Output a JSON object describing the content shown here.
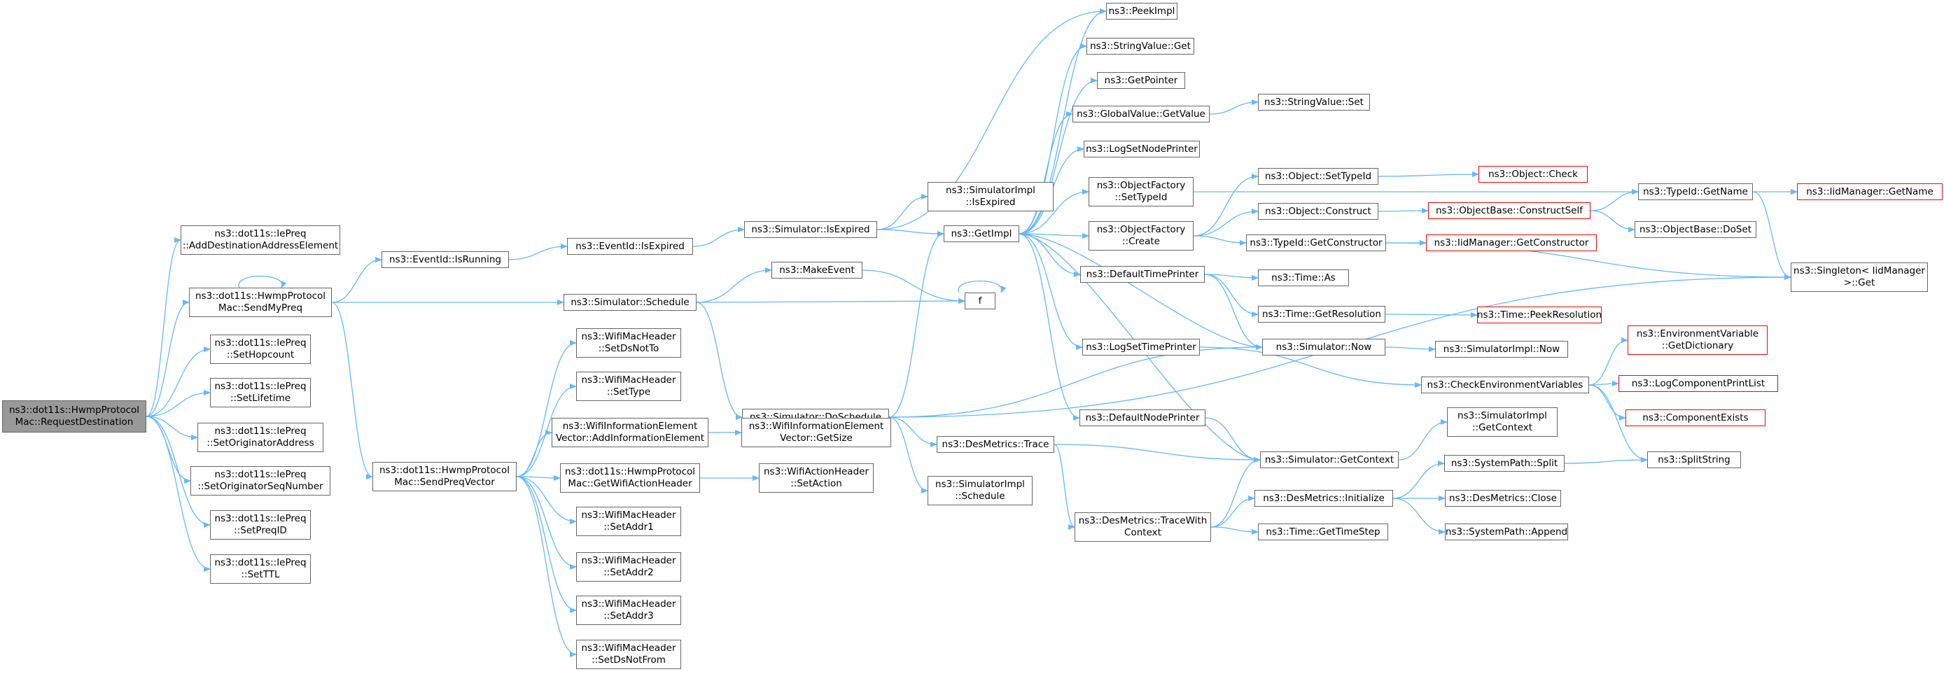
{
  "colors": {
    "edge": "#63b8ff",
    "node_border": "#666666",
    "root_fill": "#999999",
    "undocumented_border": "#ff0000"
  },
  "nodes": [
    {
      "id": "root",
      "lines": [
        "ns3::dot11s::HwmpProtocol",
        "Mac::RequestDestination"
      ],
      "kind": "root"
    },
    {
      "id": "adddest",
      "lines": [
        "ns3::dot11s::IePreq",
        "::AddDestinationAddressElement"
      ]
    },
    {
      "id": "sendmypreq",
      "lines": [
        "ns3::dot11s::HwmpProtocol",
        "Mac::SendMyPreq"
      ]
    },
    {
      "id": "sethop",
      "lines": [
        "ns3::dot11s::IePreq",
        "::SetHopcount"
      ]
    },
    {
      "id": "setlife",
      "lines": [
        "ns3::dot11s::IePreq",
        "::SetLifetime"
      ]
    },
    {
      "id": "setorigaddr",
      "lines": [
        "ns3::dot11s::IePreq",
        "::SetOriginatorAddress"
      ]
    },
    {
      "id": "setorigseq",
      "lines": [
        "ns3::dot11s::IePreq",
        "::SetOriginatorSeqNumber"
      ]
    },
    {
      "id": "setpreqid",
      "lines": [
        "ns3::dot11s::IePreq",
        "::SetPreqID"
      ]
    },
    {
      "id": "setttl",
      "lines": [
        "ns3::dot11s::IePreq",
        "::SetTTL"
      ]
    },
    {
      "id": "eventisrunning",
      "lines": [
        "ns3::EventId::IsRunning"
      ]
    },
    {
      "id": "sendpreqvector",
      "lines": [
        "ns3::dot11s::HwmpProtocol",
        "Mac::SendPreqVector"
      ]
    },
    {
      "id": "eventisexpired",
      "lines": [
        "ns3::EventId::IsExpired"
      ]
    },
    {
      "id": "simschedule",
      "lines": [
        "ns3::Simulator::Schedule"
      ]
    },
    {
      "id": "setdsnotto",
      "lines": [
        "ns3::WifiMacHeader",
        "::SetDsNotTo"
      ]
    },
    {
      "id": "settype",
      "lines": [
        "ns3::WifiMacHeader",
        "::SetType"
      ]
    },
    {
      "id": "addinfo",
      "lines": [
        "ns3::WifiInformationElement",
        "Vector::AddInformationElement"
      ]
    },
    {
      "id": "getwifiaction",
      "lines": [
        "ns3::dot11s::HwmpProtocol",
        "Mac::GetWifiActionHeader"
      ]
    },
    {
      "id": "setaddr1",
      "lines": [
        "ns3::WifiMacHeader",
        "::SetAddr1"
      ]
    },
    {
      "id": "setaddr2",
      "lines": [
        "ns3::WifiMacHeader",
        "::SetAddr2"
      ]
    },
    {
      "id": "setaddr3",
      "lines": [
        "ns3::WifiMacHeader",
        "::SetAddr3"
      ]
    },
    {
      "id": "setdsnotfrom",
      "lines": [
        "ns3::WifiMacHeader",
        "::SetDsNotFrom"
      ]
    },
    {
      "id": "simisexpired",
      "lines": [
        "ns3::Simulator::IsExpired"
      ]
    },
    {
      "id": "makeevent",
      "lines": [
        "ns3::MakeEvent"
      ]
    },
    {
      "id": "simdoschedule",
      "lines": [
        "ns3::Simulator::DoSchedule"
      ]
    },
    {
      "id": "wievgetsize",
      "lines": [
        "ns3::WifiInformationElement",
        "Vector::GetSize"
      ]
    },
    {
      "id": "setaction",
      "lines": [
        "ns3::WifiActionHeader",
        "::SetAction"
      ]
    },
    {
      "id": "simimplisexpired",
      "lines": [
        "ns3::SimulatorImpl",
        "::IsExpired"
      ]
    },
    {
      "id": "getimpl",
      "lines": [
        "ns3::GetImpl"
      ]
    },
    {
      "id": "f",
      "lines": [
        "f"
      ]
    },
    {
      "id": "destrace",
      "lines": [
        "ns3::DesMetrics::Trace"
      ]
    },
    {
      "id": "simimplschedule",
      "lines": [
        "ns3::SimulatorImpl",
        "::Schedule"
      ]
    },
    {
      "id": "peekimpl",
      "lines": [
        "ns3::PeekImpl"
      ]
    },
    {
      "id": "stringvalueget",
      "lines": [
        "ns3::StringValue::Get"
      ]
    },
    {
      "id": "getpointer",
      "lines": [
        "ns3::GetPointer"
      ]
    },
    {
      "id": "globalvalueget",
      "lines": [
        "ns3::GlobalValue::GetValue"
      ]
    },
    {
      "id": "logsetnodeprinter",
      "lines": [
        "ns3::LogSetNodePrinter"
      ]
    },
    {
      "id": "objfactsettypeid",
      "lines": [
        "ns3::ObjectFactory",
        "::SetTypeId"
      ]
    },
    {
      "id": "objfactcreate",
      "lines": [
        "ns3::ObjectFactory",
        "::Create"
      ]
    },
    {
      "id": "defaulttimeprinter",
      "lines": [
        "ns3::DefaultTimePrinter"
      ]
    },
    {
      "id": "logsettimeprinter",
      "lines": [
        "ns3::LogSetTimePrinter"
      ]
    },
    {
      "id": "defaultnodeprinter",
      "lines": [
        "ns3::DefaultNodePrinter"
      ]
    },
    {
      "id": "destracewithcontext",
      "lines": [
        "ns3::DesMetrics::TraceWith",
        "Context"
      ]
    },
    {
      "id": "stringvalueset",
      "lines": [
        "ns3::StringValue::Set"
      ]
    },
    {
      "id": "objsettypeid",
      "lines": [
        "ns3::Object::SetTypeId"
      ]
    },
    {
      "id": "objconstruct",
      "lines": [
        "ns3::Object::Construct"
      ]
    },
    {
      "id": "typeidgetconstructor",
      "lines": [
        "ns3::TypeId::GetConstructor"
      ]
    },
    {
      "id": "timeas",
      "lines": [
        "ns3::Time::As"
      ]
    },
    {
      "id": "timegetresolution",
      "lines": [
        "ns3::Time::GetResolution"
      ]
    },
    {
      "id": "simnow",
      "lines": [
        "ns3::Simulator::Now"
      ]
    },
    {
      "id": "simgetcontext",
      "lines": [
        "ns3::Simulator::GetContext"
      ]
    },
    {
      "id": "desinit",
      "lines": [
        "ns3::DesMetrics::Initialize"
      ]
    },
    {
      "id": "timegettimestep",
      "lines": [
        "ns3::Time::GetTimeStep"
      ]
    },
    {
      "id": "objcheck",
      "lines": [
        "ns3::Object::Check"
      ],
      "kind": "undoc"
    },
    {
      "id": "objbaseconstructself",
      "lines": [
        "ns3::ObjectBase::ConstructSelf"
      ],
      "kind": "undoc"
    },
    {
      "id": "iidgetconstructor",
      "lines": [
        "ns3::IidManager::GetConstructor"
      ],
      "kind": "undoc"
    },
    {
      "id": "timepeekresolution",
      "lines": [
        "ns3::Time::PeekResolution"
      ],
      "kind": "undoc"
    },
    {
      "id": "simimplnow",
      "lines": [
        "ns3::SimulatorImpl::Now"
      ]
    },
    {
      "id": "checkenv",
      "lines": [
        "ns3::CheckEnvironmentVariables"
      ]
    },
    {
      "id": "simimplgetcontext",
      "lines": [
        "ns3::SimulatorImpl",
        "::GetContext"
      ]
    },
    {
      "id": "syspathsplit",
      "lines": [
        "ns3::SystemPath::Split"
      ]
    },
    {
      "id": "desclose",
      "lines": [
        "ns3::DesMetrics::Close"
      ]
    },
    {
      "id": "syspathappend",
      "lines": [
        "ns3::SystemPath::Append"
      ]
    },
    {
      "id": "typeidgetname",
      "lines": [
        "ns3::TypeId::GetName"
      ]
    },
    {
      "id": "objbasedoset",
      "lines": [
        "ns3::ObjectBase::DoSet"
      ]
    },
    {
      "id": "envgetdict",
      "lines": [
        "ns3::EnvironmentVariable",
        "::GetDictionary"
      ],
      "kind": "undoc"
    },
    {
      "id": "logcompprintlist",
      "lines": [
        "ns3::LogComponentPrintList"
      ],
      "kind": "undoc"
    },
    {
      "id": "compexists",
      "lines": [
        "ns3::ComponentExists"
      ],
      "kind": "undoc"
    },
    {
      "id": "splitstring",
      "lines": [
        "ns3::SplitString"
      ]
    },
    {
      "id": "iidgetname",
      "lines": [
        "ns3::IidManager::GetName"
      ],
      "kind": "undoc"
    },
    {
      "id": "singletonget",
      "lines": [
        "ns3::Singleton< IidManager",
        " >::Get"
      ]
    }
  ],
  "edges": [
    [
      "root",
      "adddest"
    ],
    [
      "root",
      "sendmypreq"
    ],
    [
      "root",
      "sethop"
    ],
    [
      "root",
      "setlife"
    ],
    [
      "root",
      "setorigaddr"
    ],
    [
      "root",
      "setorigseq"
    ],
    [
      "root",
      "setpreqid"
    ],
    [
      "root",
      "setttl"
    ],
    [
      "sendmypreq",
      "sendmypreq"
    ],
    [
      "sendmypreq",
      "eventisrunning"
    ],
    [
      "sendmypreq",
      "simschedule"
    ],
    [
      "sendmypreq",
      "sendpreqvector"
    ],
    [
      "eventisrunning",
      "eventisexpired"
    ],
    [
      "eventisexpired",
      "simisexpired"
    ],
    [
      "simisexpired",
      "peekimpl"
    ],
    [
      "simisexpired",
      "simimplisexpired"
    ],
    [
      "simisexpired",
      "getimpl"
    ],
    [
      "simschedule",
      "makeevent"
    ],
    [
      "simschedule",
      "f"
    ],
    [
      "simschedule",
      "simdoschedule"
    ],
    [
      "makeevent",
      "f"
    ],
    [
      "f",
      "f"
    ],
    [
      "sendpreqvector",
      "setdsnotto"
    ],
    [
      "sendpreqvector",
      "settype"
    ],
    [
      "sendpreqvector",
      "addinfo"
    ],
    [
      "sendpreqvector",
      "getwifiaction"
    ],
    [
      "sendpreqvector",
      "setaddr1"
    ],
    [
      "sendpreqvector",
      "setaddr2"
    ],
    [
      "sendpreqvector",
      "setaddr3"
    ],
    [
      "sendpreqvector",
      "setdsnotfrom"
    ],
    [
      "addinfo",
      "wievgetsize"
    ],
    [
      "getwifiaction",
      "setaction"
    ],
    [
      "simdoschedule",
      "getimpl"
    ],
    [
      "simdoschedule",
      "simnow"
    ],
    [
      "simdoschedule",
      "destrace"
    ],
    [
      "simdoschedule",
      "simimplschedule"
    ],
    [
      "simdoschedule",
      "singletonget"
    ],
    [
      "getimpl",
      "peekimpl"
    ],
    [
      "getimpl",
      "stringvalueget"
    ],
    [
      "getimpl",
      "getpointer"
    ],
    [
      "getimpl",
      "globalvalueget"
    ],
    [
      "getimpl",
      "logsetnodeprinter"
    ],
    [
      "getimpl",
      "objfactsettypeid"
    ],
    [
      "getimpl",
      "objfactcreate"
    ],
    [
      "getimpl",
      "defaulttimeprinter"
    ],
    [
      "getimpl",
      "logsettimeprinter"
    ],
    [
      "getimpl",
      "defaultnodeprinter"
    ],
    [
      "globalvalueget",
      "stringvalueset"
    ],
    [
      "objfactsettypeid",
      "typeidgetname"
    ],
    [
      "objfactcreate",
      "objsettypeid"
    ],
    [
      "objfactcreate",
      "objconstruct"
    ],
    [
      "objfactcreate",
      "typeidgetconstructor"
    ],
    [
      "objsettypeid",
      "objcheck"
    ],
    [
      "objconstruct",
      "objbaseconstructself"
    ],
    [
      "objbaseconstructself",
      "typeidgetname"
    ],
    [
      "objbaseconstructself",
      "objbasedoset"
    ],
    [
      "typeidgetconstructor",
      "iidgetconstructor"
    ],
    [
      "typeidgetconstructor",
      "singletonget"
    ],
    [
      "typeidgetname",
      "iidgetname"
    ],
    [
      "typeidgetname",
      "singletonget"
    ],
    [
      "defaulttimeprinter",
      "timeas"
    ],
    [
      "defaulttimeprinter",
      "timegetresolution"
    ],
    [
      "defaulttimeprinter",
      "simnow"
    ],
    [
      "timegetresolution",
      "timepeekresolution"
    ],
    [
      "simnow",
      "getimpl"
    ],
    [
      "simnow",
      "simimplnow"
    ],
    [
      "logsettimeprinter",
      "checkenv"
    ],
    [
      "defaultnodeprinter",
      "simgetcontext"
    ],
    [
      "simgetcontext",
      "getimpl"
    ],
    [
      "simgetcontext",
      "simimplgetcontext"
    ],
    [
      "destrace",
      "simgetcontext"
    ],
    [
      "destrace",
      "destracewithcontext"
    ],
    [
      "destracewithcontext",
      "simgetcontext"
    ],
    [
      "destracewithcontext",
      "desinit"
    ],
    [
      "destracewithcontext",
      "timegettimestep"
    ],
    [
      "desinit",
      "syspathsplit"
    ],
    [
      "desinit",
      "desclose"
    ],
    [
      "desinit",
      "syspathappend"
    ],
    [
      "syspathsplit",
      "splitstring"
    ],
    [
      "checkenv",
      "envgetdict"
    ],
    [
      "checkenv",
      "logcompprintlist"
    ],
    [
      "checkenv",
      "compexists"
    ],
    [
      "checkenv",
      "splitstring"
    ]
  ]
}
